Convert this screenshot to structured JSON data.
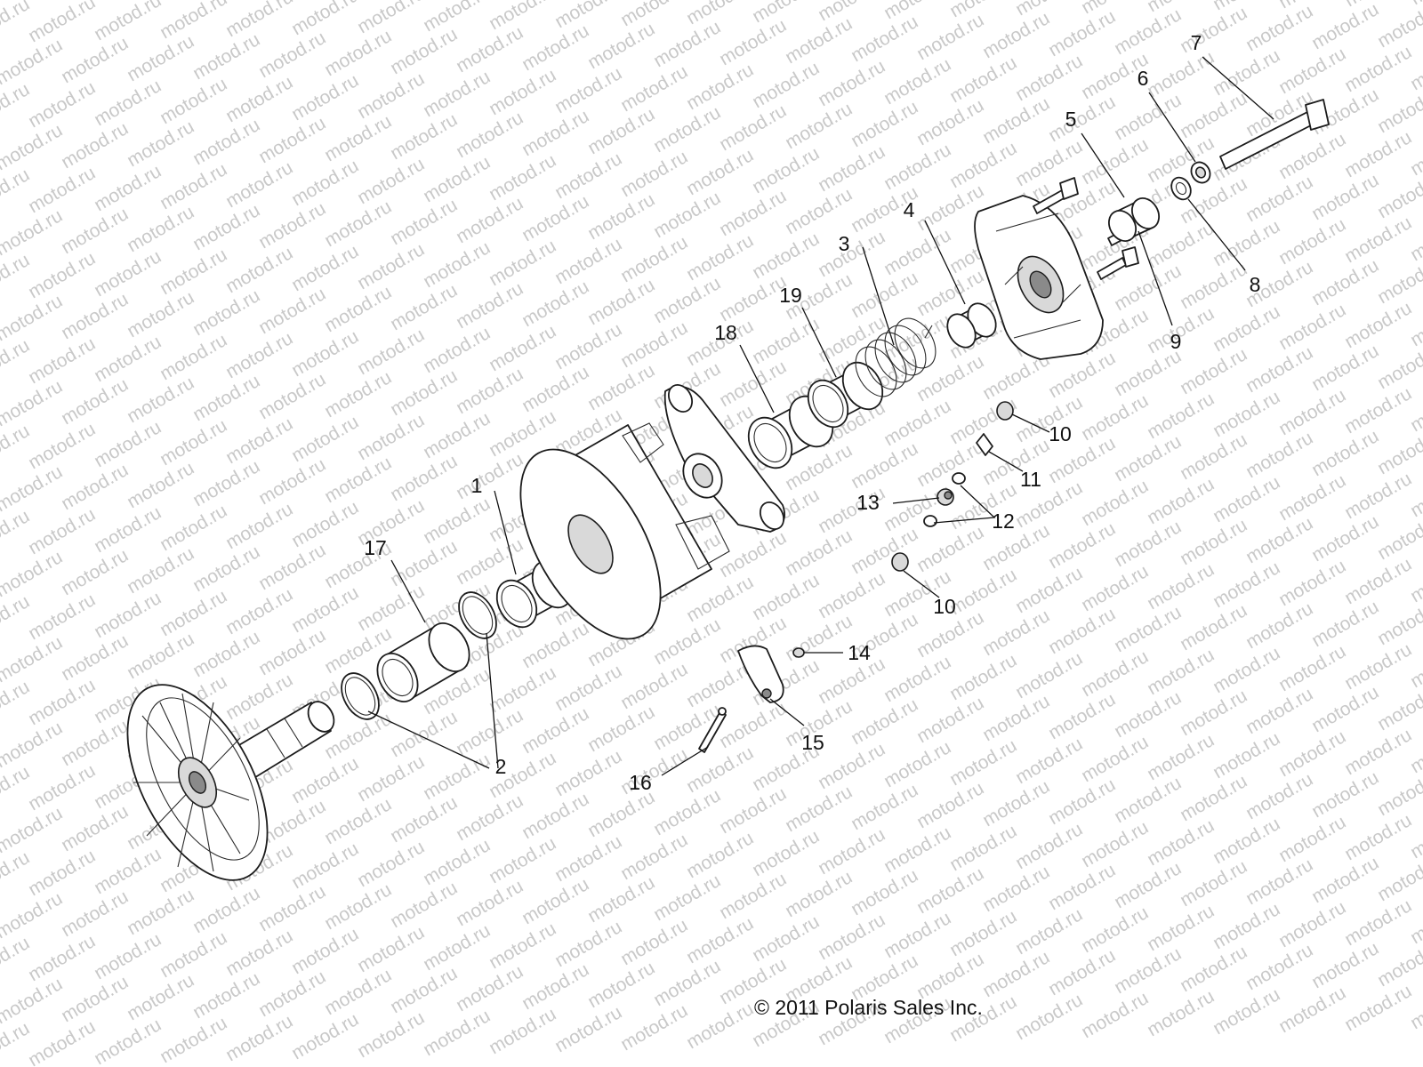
{
  "watermark": {
    "text": "motod.ru",
    "color": "#c9c9c9"
  },
  "callouts": [
    {
      "id": "c1",
      "text": "1"
    },
    {
      "id": "c2",
      "text": "2"
    },
    {
      "id": "c3",
      "text": "3"
    },
    {
      "id": "c4",
      "text": "4"
    },
    {
      "id": "c5",
      "text": "5"
    },
    {
      "id": "c6",
      "text": "6"
    },
    {
      "id": "c7",
      "text": "7"
    },
    {
      "id": "c8",
      "text": "8"
    },
    {
      "id": "c9",
      "text": "9"
    },
    {
      "id": "c10a",
      "text": "10"
    },
    {
      "id": "c10b",
      "text": "10"
    },
    {
      "id": "c11",
      "text": "11"
    },
    {
      "id": "c12",
      "text": "12"
    },
    {
      "id": "c13",
      "text": "13"
    },
    {
      "id": "c14",
      "text": "14"
    },
    {
      "id": "c15",
      "text": "15"
    },
    {
      "id": "c16",
      "text": "16"
    },
    {
      "id": "c17",
      "text": "17"
    },
    {
      "id": "c18",
      "text": "18"
    },
    {
      "id": "c19",
      "text": "19"
    }
  ],
  "copyright": "© 2011 Polaris Sales Inc."
}
